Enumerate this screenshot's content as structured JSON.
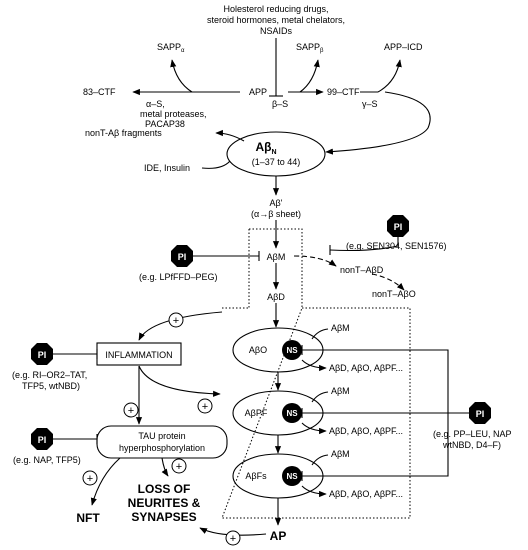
{
  "top": {
    "drugs_line1": "Holesterol reducing drugs,",
    "drugs_line2": "steroid hormones, metal chelators,",
    "drugs_line3": "NSAIDs"
  },
  "app": {
    "sappa": "SAPP",
    "sappa_sub": "α",
    "sappb": "SAPP",
    "sappb_sub": "β",
    "app_icd": "APP–ICD",
    "ctf83": "83–CTF",
    "app": "APP",
    "ctf99": "99–CTF",
    "alpha_s": "α–S,",
    "alpha_s2": "metal proteases,",
    "alpha_s3": "PACAP38",
    "beta_s": "β–S",
    "gamma_s": "γ–S"
  },
  "abn": {
    "label": "Aβ",
    "sub": "N",
    "range": "(1–37 to 44)",
    "nont_fragments": "nonT-Aβ fragments",
    "ide": "IDE, Insulin"
  },
  "abstar": {
    "label": "Aβ'",
    "transition": "(α→β sheet)"
  },
  "pi": {
    "badge": "PI",
    "ex1": "(e.g. SEN304, SEN1576)",
    "ex2": "(e.g. LPfFFD–PEG)",
    "ex3_line1": "(e.g. RI–OR2–TAT,",
    "ex3_line2": "TFP5, wtNBD)",
    "ex4": "(e.g. NAP, TFP5)",
    "ex5_line1": "(e.g. PP–LEU, NAP",
    "ex5_line2": "wtNBD, D4–F)"
  },
  "cascade": {
    "abm": "AβM",
    "nont_abd": "nonT–AβD",
    "nont_abo": "nonT–AβO",
    "abd": "AβD",
    "abo": "AβO",
    "abpf": "AβPF",
    "abfs": "AβFs",
    "ns": "NS",
    "abm_in": "AβM",
    "products": "AβD, AβO, AβPF..."
  },
  "effects": {
    "inflammation": "INFLAMMATION",
    "tau1": "TAU protein",
    "tau2": "hyperphosphorylation",
    "nft": "NFT",
    "loss1": "LOSS OF",
    "loss2": "NEURITES &",
    "loss3": "SYNAPSES",
    "ap": "AP",
    "plus": "+"
  }
}
